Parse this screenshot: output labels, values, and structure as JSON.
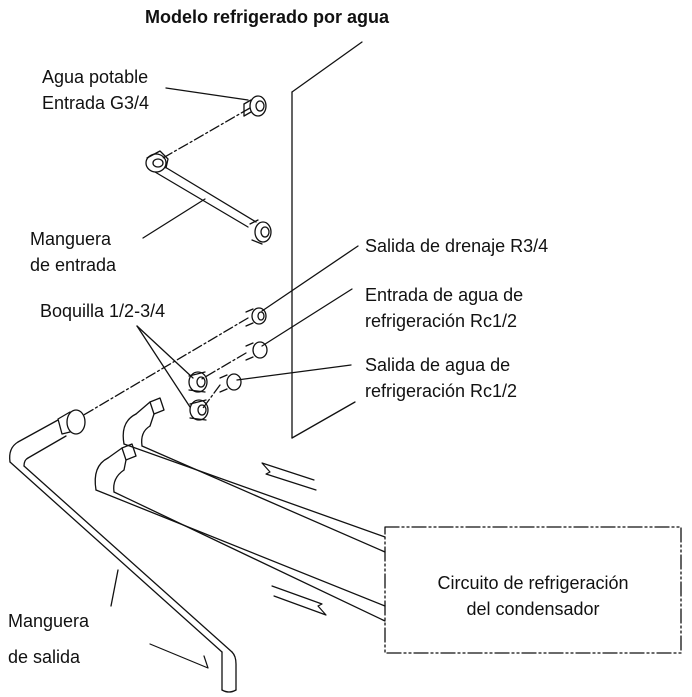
{
  "title": "Modelo refrigerado por agua",
  "labels": {
    "potable_water_line1": "Agua potable",
    "potable_water_line2": "Entrada G3/4",
    "inlet_hose_line1": "Manguera",
    "inlet_hose_line2": "de entrada",
    "drain_outlet": "Salida de drenaje R3/4",
    "nozzle": "Boquilla 1/2-3/4",
    "cooling_inlet_line1": "Entrada de agua de",
    "cooling_inlet_line2": "refrigeración Rc1/2",
    "cooling_outlet_line1": "Salida de agua de",
    "cooling_outlet_line2": "refrigeración Rc1/2",
    "condenser_circuit_line1": "Circuito de refrigeración",
    "condenser_circuit_line2": "del condensador",
    "outlet_hose_line1": "Manguera",
    "outlet_hose_line2": "de salida"
  },
  "colors": {
    "line": "#111111",
    "background": "#ffffff"
  }
}
